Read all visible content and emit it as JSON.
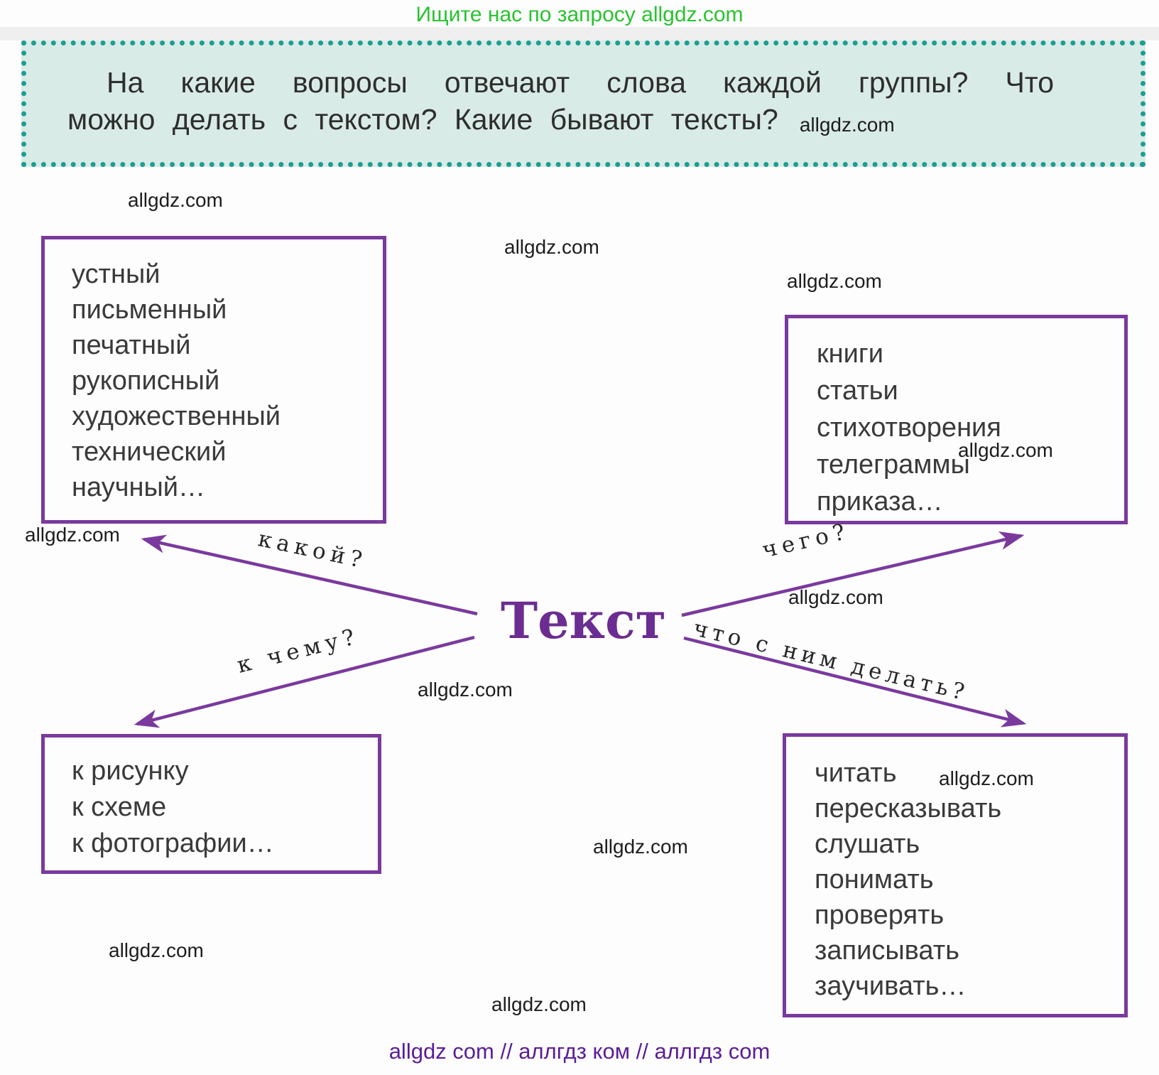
{
  "banner": "Ищите нас по запросу allgdz.com",
  "instruction": {
    "line1": "На какие вопросы отвечают слова каждой группы? Что",
    "line2": "можно делать с текстом? Какие бывают тексты?"
  },
  "watermark": "allgdz.com",
  "diagram": {
    "center": "Текст",
    "branches": [
      {
        "question": "какой?",
        "items": [
          "устный",
          "письменный",
          "печатный",
          "рукописный",
          "художественный",
          "технический",
          "научный…"
        ]
      },
      {
        "question": "чего?",
        "items": [
          "книги",
          "статьи",
          "стихотворения",
          "телеграммы",
          "приказа…"
        ]
      },
      {
        "question": "к чему?",
        "items": [
          "к рисунку",
          "к схеме",
          "к фотографии…"
        ]
      },
      {
        "question": "что с ним делать?",
        "items": [
          "читать",
          "пересказывать",
          "слушать",
          "понимать",
          "проверять",
          "записывать",
          "заучивать…"
        ]
      }
    ]
  },
  "footer": "allgdz com  //  аллгдз ком  //  аллгдз com",
  "colors": {
    "accent_purple": "#7a3a9d",
    "title_purple": "#6b2d91",
    "teal_dots": "#1b9e93",
    "mint_background": "#d9ebe6",
    "banner_green": "#28c32f",
    "footer_purple": "#5a1d99"
  }
}
